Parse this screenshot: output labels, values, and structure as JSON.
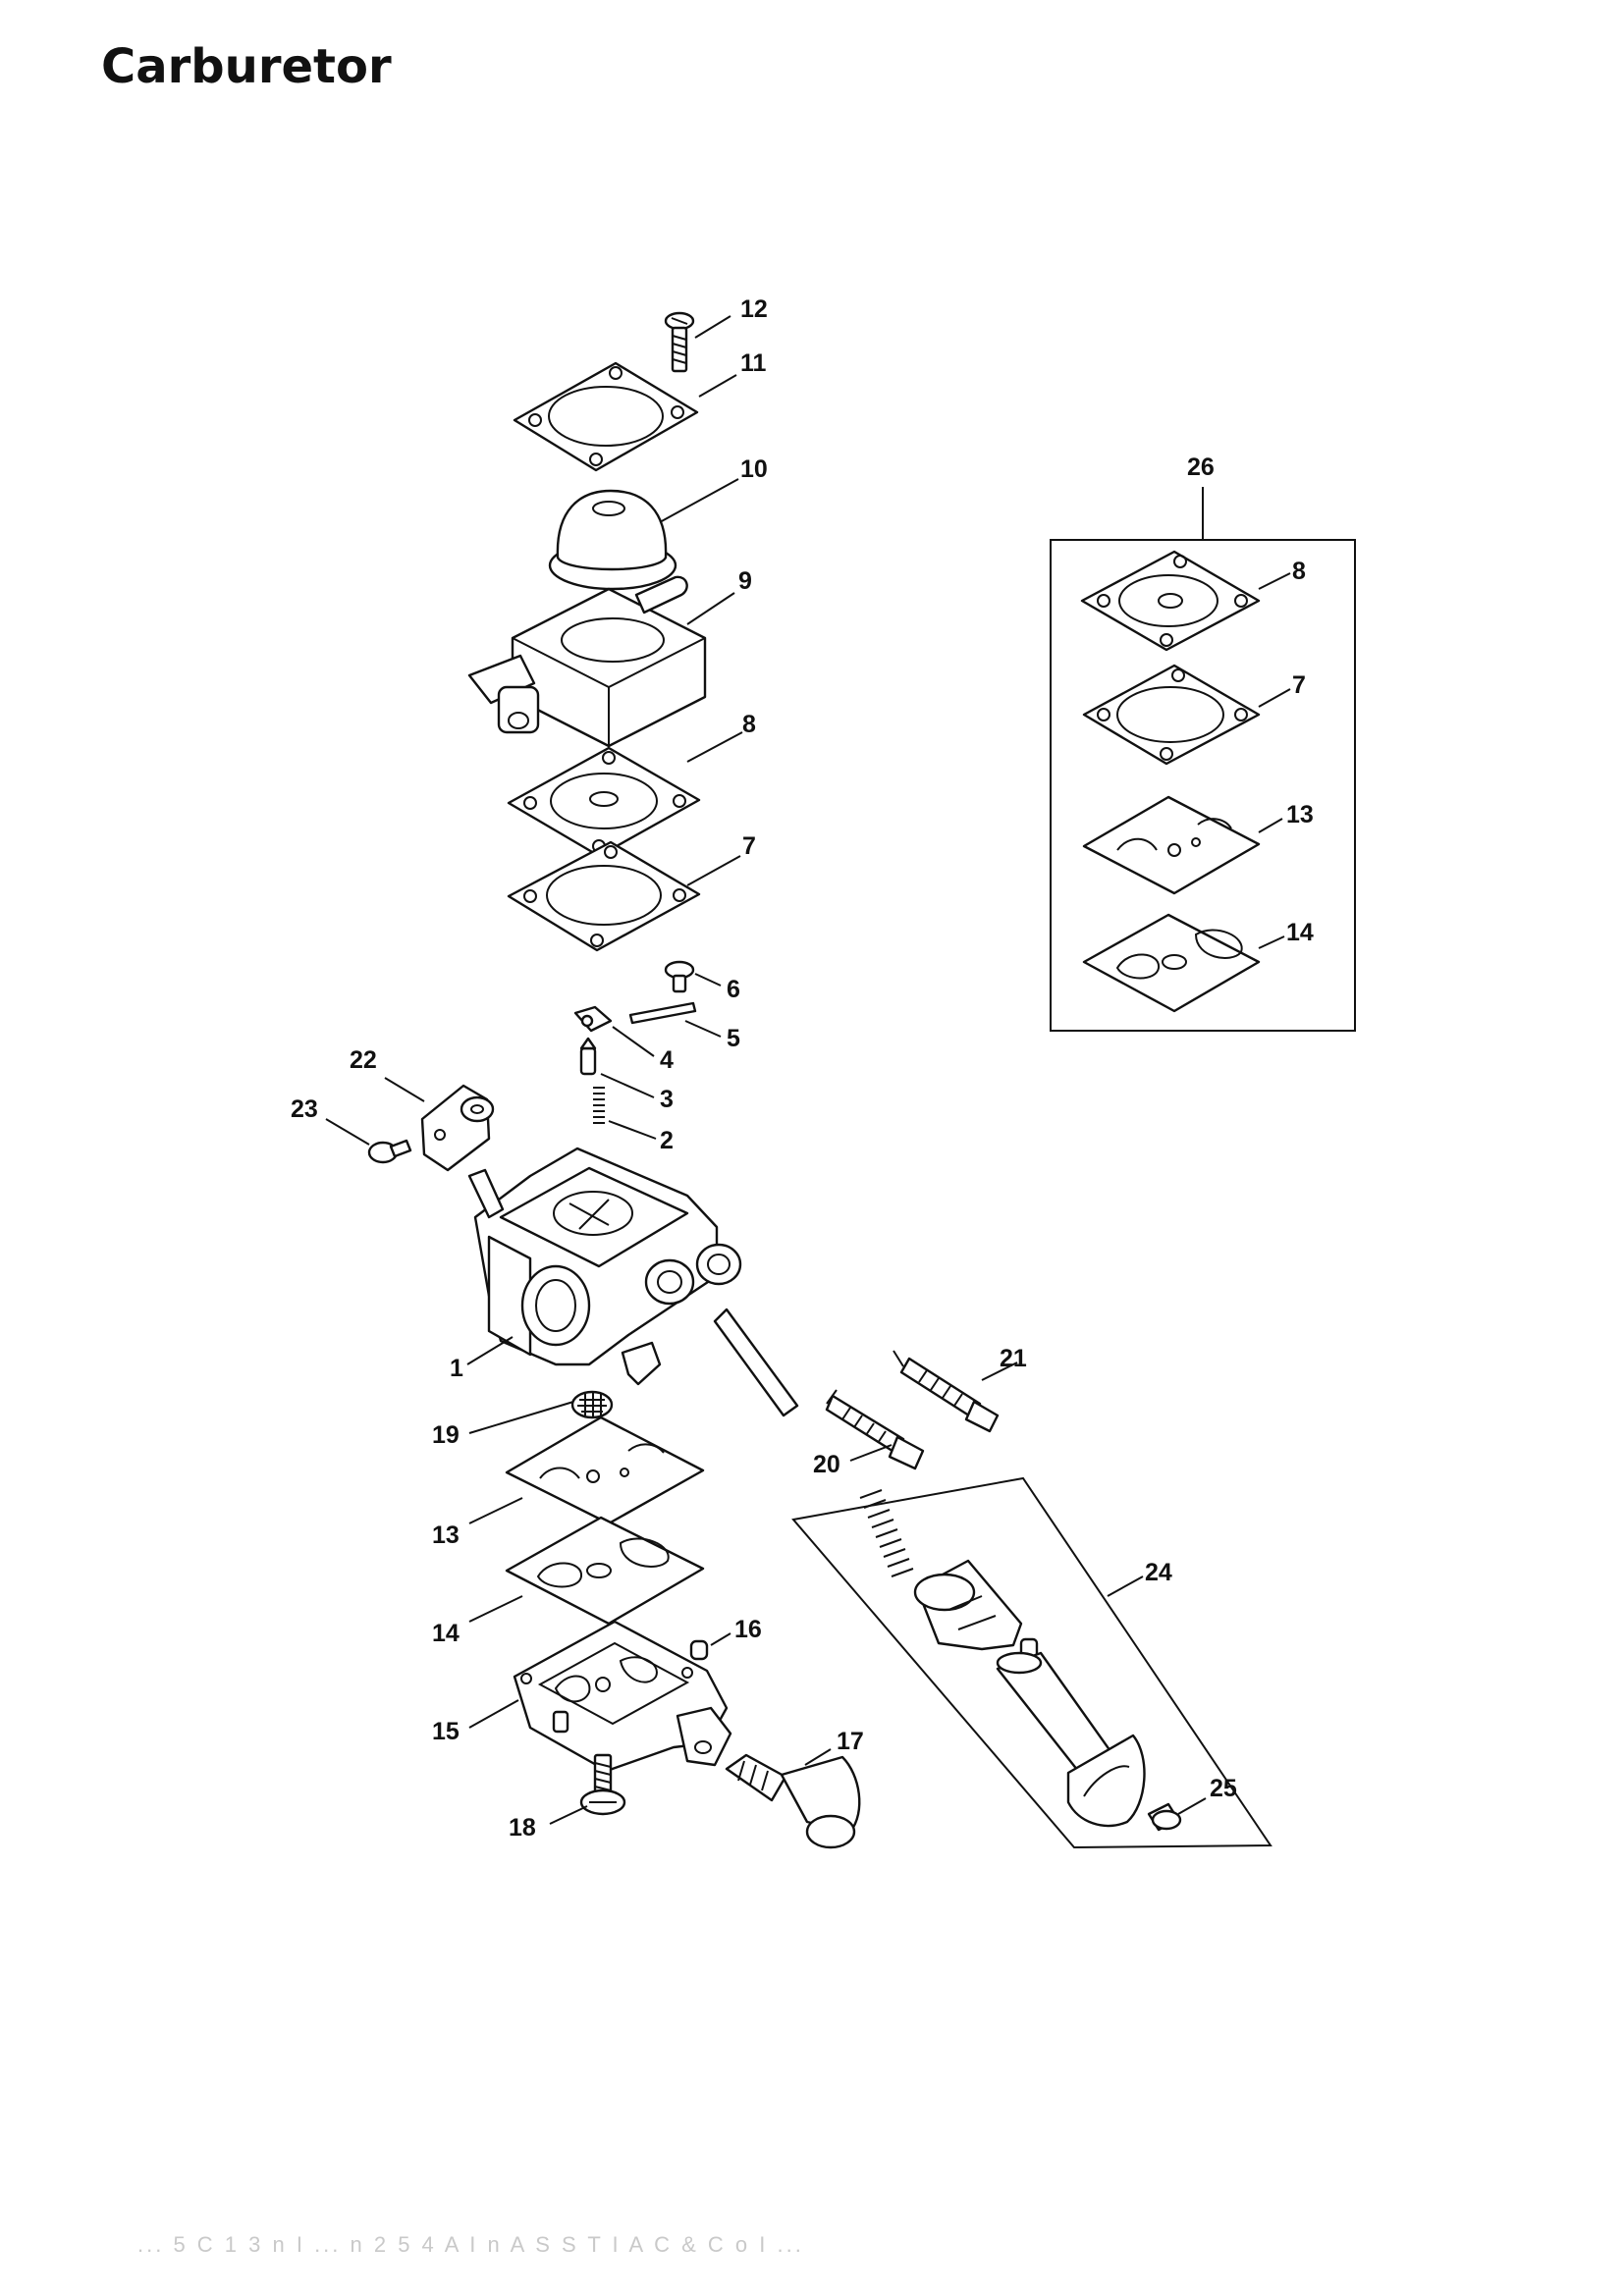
{
  "title": "Carburetor",
  "callouts": {
    "c12": "12",
    "c11": "11",
    "c10": "10",
    "c9": "9",
    "c8": "8",
    "c7": "7",
    "c6": "6",
    "c5": "5",
    "c4": "4",
    "c3": "3",
    "c2": "2",
    "c1": "1",
    "c22": "22",
    "c23": "23",
    "c19": "19",
    "c13": "13",
    "c14": "14",
    "c16": "16",
    "c15": "15",
    "c17": "17",
    "c18": "18",
    "c20": "20",
    "c21": "21",
    "c24": "24",
    "c25": "25",
    "k26": "26",
    "k8": "8",
    "k7": "7",
    "k13": "13",
    "k14": "14"
  },
  "footer": "... 5 C 1 3 n I ... n 2 5 4 A I n A S S T I A C & C o I ..."
}
